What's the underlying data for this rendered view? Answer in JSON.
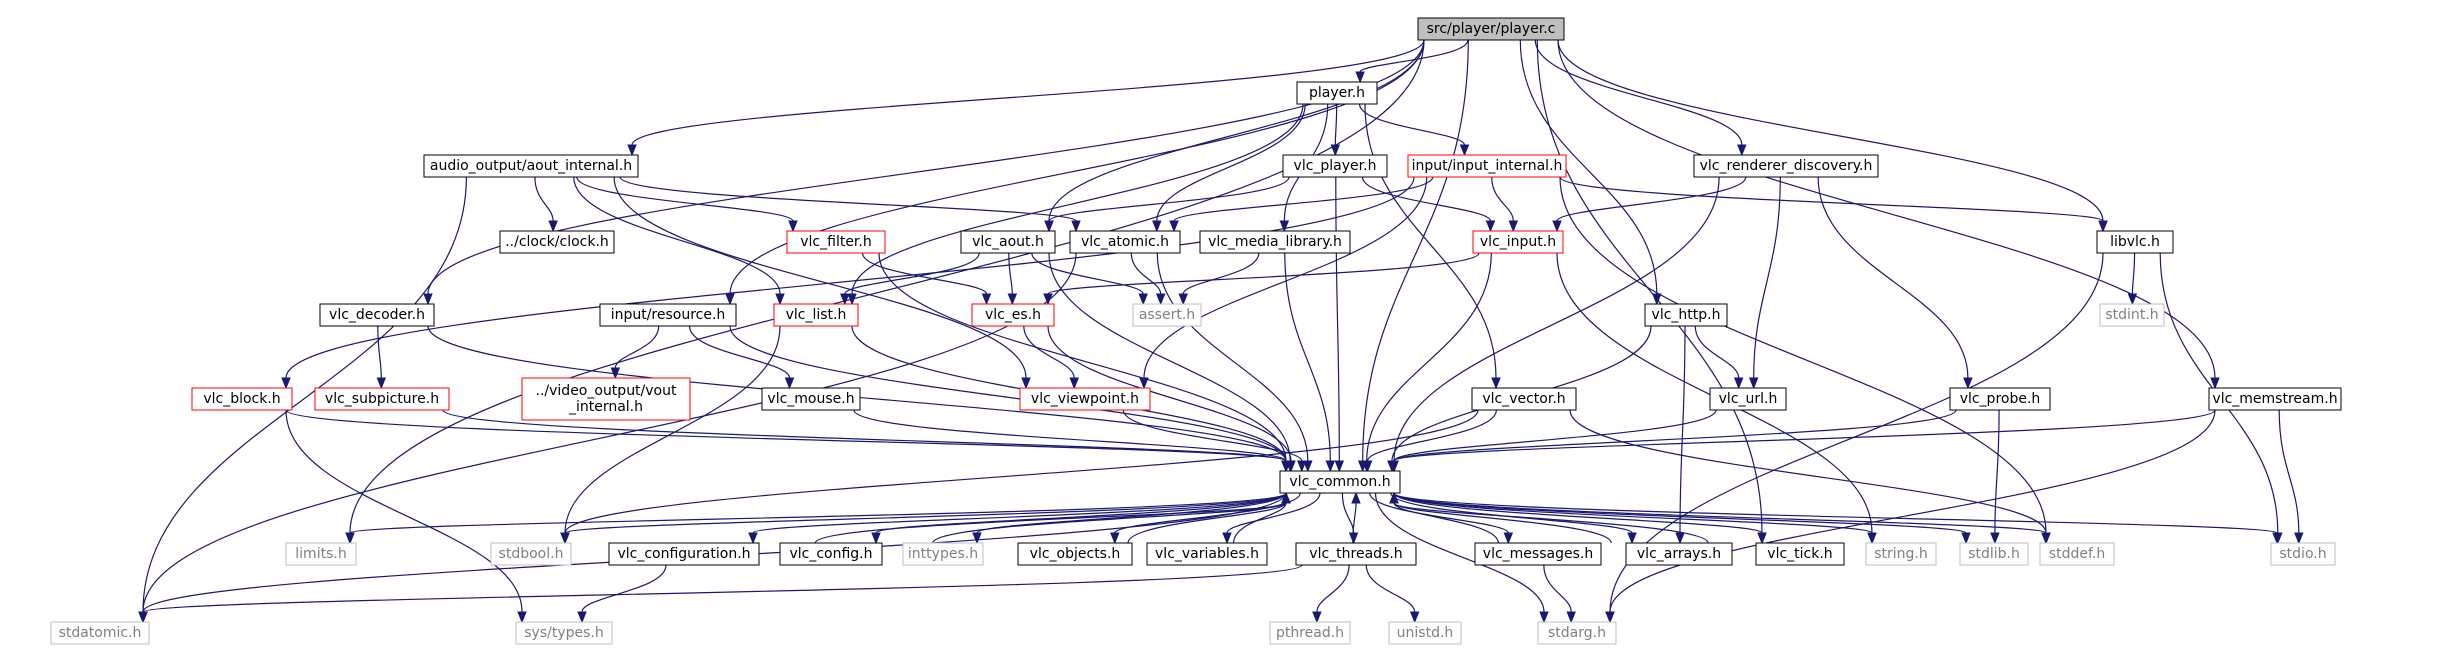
{
  "style": {
    "edge_color": "#191970",
    "node_border_default": "#000000",
    "node_border_incomplete": "#ff0000",
    "node_border_external": "#bfbfbf",
    "node_fill_default": "#ffffff",
    "node_fill_root": "#bfbfbf",
    "text_color_default": "#000000",
    "text_color_external": "#7f7f7f"
  },
  "nodes": [
    {
      "id": "root",
      "lines": [
        "src/player/player.c"
      ],
      "kind": "root"
    },
    {
      "id": "player_h",
      "lines": [
        "player.h"
      ],
      "kind": "normal"
    },
    {
      "id": "aout_internal",
      "lines": [
        "audio_output/aout_internal.h"
      ],
      "kind": "normal"
    },
    {
      "id": "vlc_player",
      "lines": [
        "vlc_player.h"
      ],
      "kind": "normal"
    },
    {
      "id": "input_internal",
      "lines": [
        "input/input_internal.h"
      ],
      "kind": "incomplete"
    },
    {
      "id": "vlc_renderer",
      "lines": [
        "vlc_renderer_discovery.h"
      ],
      "kind": "normal"
    },
    {
      "id": "clock",
      "lines": [
        "../clock/clock.h"
      ],
      "kind": "normal"
    },
    {
      "id": "vlc_filter",
      "lines": [
        "vlc_filter.h"
      ],
      "kind": "incomplete"
    },
    {
      "id": "vlc_aout",
      "lines": [
        "vlc_aout.h"
      ],
      "kind": "normal"
    },
    {
      "id": "vlc_atomic",
      "lines": [
        "vlc_atomic.h"
      ],
      "kind": "normal"
    },
    {
      "id": "vlc_media_library",
      "lines": [
        "vlc_media_library.h"
      ],
      "kind": "normal"
    },
    {
      "id": "vlc_input",
      "lines": [
        "vlc_input.h"
      ],
      "kind": "incomplete"
    },
    {
      "id": "libvlc",
      "lines": [
        "libvlc.h"
      ],
      "kind": "normal"
    },
    {
      "id": "vlc_decoder",
      "lines": [
        "vlc_decoder.h"
      ],
      "kind": "normal"
    },
    {
      "id": "input_resource",
      "lines": [
        "input/resource.h"
      ],
      "kind": "normal"
    },
    {
      "id": "vlc_list",
      "lines": [
        "vlc_list.h"
      ],
      "kind": "incomplete"
    },
    {
      "id": "vlc_es",
      "lines": [
        "vlc_es.h"
      ],
      "kind": "incomplete"
    },
    {
      "id": "assert",
      "lines": [
        "assert.h"
      ],
      "kind": "external"
    },
    {
      "id": "vlc_http",
      "lines": [
        "vlc_http.h"
      ],
      "kind": "normal"
    },
    {
      "id": "stdint",
      "lines": [
        "stdint.h"
      ],
      "kind": "external"
    },
    {
      "id": "vlc_block",
      "lines": [
        "vlc_block.h"
      ],
      "kind": "incomplete"
    },
    {
      "id": "vlc_subpicture",
      "lines": [
        "vlc_subpicture.h"
      ],
      "kind": "incomplete"
    },
    {
      "id": "vout_internal",
      "lines": [
        "../video_output/vout",
        "_internal.h"
      ],
      "kind": "incomplete"
    },
    {
      "id": "vlc_mouse",
      "lines": [
        "vlc_mouse.h"
      ],
      "kind": "normal"
    },
    {
      "id": "vlc_viewpoint",
      "lines": [
        "vlc_viewpoint.h"
      ],
      "kind": "incomplete"
    },
    {
      "id": "vlc_vector",
      "lines": [
        "vlc_vector.h"
      ],
      "kind": "normal"
    },
    {
      "id": "vlc_url",
      "lines": [
        "vlc_url.h"
      ],
      "kind": "normal"
    },
    {
      "id": "vlc_probe",
      "lines": [
        "vlc_probe.h"
      ],
      "kind": "normal"
    },
    {
      "id": "vlc_memstream",
      "lines": [
        "vlc_memstream.h"
      ],
      "kind": "normal"
    },
    {
      "id": "vlc_common",
      "lines": [
        "vlc_common.h"
      ],
      "kind": "normal"
    },
    {
      "id": "limits",
      "lines": [
        "limits.h"
      ],
      "kind": "external"
    },
    {
      "id": "stdbool",
      "lines": [
        "stdbool.h"
      ],
      "kind": "external"
    },
    {
      "id": "vlc_configuration",
      "lines": [
        "vlc_configuration.h"
      ],
      "kind": "normal"
    },
    {
      "id": "vlc_config",
      "lines": [
        "vlc_config.h"
      ],
      "kind": "normal"
    },
    {
      "id": "inttypes",
      "lines": [
        "inttypes.h"
      ],
      "kind": "external"
    },
    {
      "id": "vlc_objects",
      "lines": [
        "vlc_objects.h"
      ],
      "kind": "normal"
    },
    {
      "id": "vlc_variables",
      "lines": [
        "vlc_variables.h"
      ],
      "kind": "normal"
    },
    {
      "id": "vlc_threads",
      "lines": [
        "vlc_threads.h"
      ],
      "kind": "normal"
    },
    {
      "id": "vlc_messages",
      "lines": [
        "vlc_messages.h"
      ],
      "kind": "normal"
    },
    {
      "id": "vlc_arrays",
      "lines": [
        "vlc_arrays.h"
      ],
      "kind": "normal"
    },
    {
      "id": "vlc_tick",
      "lines": [
        "vlc_tick.h"
      ],
      "kind": "normal"
    },
    {
      "id": "string",
      "lines": [
        "string.h"
      ],
      "kind": "external"
    },
    {
      "id": "stdlib",
      "lines": [
        "stdlib.h"
      ],
      "kind": "external"
    },
    {
      "id": "stddef",
      "lines": [
        "stddef.h"
      ],
      "kind": "external"
    },
    {
      "id": "stdio",
      "lines": [
        "stdio.h"
      ],
      "kind": "external"
    },
    {
      "id": "stdatomic",
      "lines": [
        "stdatomic.h"
      ],
      "kind": "external"
    },
    {
      "id": "sys_types",
      "lines": [
        "sys/types.h"
      ],
      "kind": "external"
    },
    {
      "id": "pthread",
      "lines": [
        "pthread.h"
      ],
      "kind": "external"
    },
    {
      "id": "unistd",
      "lines": [
        "unistd.h"
      ],
      "kind": "external"
    },
    {
      "id": "stdarg",
      "lines": [
        "stdarg.h"
      ],
      "kind": "external"
    }
  ],
  "edges": [
    [
      "root",
      "player_h"
    ],
    [
      "root",
      "aout_internal"
    ],
    [
      "root",
      "vlc_renderer"
    ],
    [
      "root",
      "vlc_aout"
    ],
    [
      "root",
      "libvlc"
    ],
    [
      "root",
      "vlc_decoder"
    ],
    [
      "root",
      "input_resource"
    ],
    [
      "root",
      "vlc_http"
    ],
    [
      "root",
      "vlc_memstream"
    ],
    [
      "root",
      "vlc_common"
    ],
    [
      "root",
      "limits"
    ],
    [
      "root",
      "vlc_tick"
    ],
    [
      "player_h",
      "vlc_player"
    ],
    [
      "player_h",
      "input_internal"
    ],
    [
      "player_h",
      "vlc_atomic"
    ],
    [
      "player_h",
      "vlc_media_library"
    ],
    [
      "player_h",
      "vlc_list"
    ],
    [
      "player_h",
      "vlc_vector"
    ],
    [
      "aout_internal",
      "clock"
    ],
    [
      "aout_internal",
      "vlc_filter"
    ],
    [
      "aout_internal",
      "vlc_atomic"
    ],
    [
      "aout_internal",
      "vlc_viewpoint"
    ],
    [
      "aout_internal",
      "vlc_list"
    ],
    [
      "aout_internal",
      "stdatomic"
    ],
    [
      "vlc_player",
      "vlc_aout"
    ],
    [
      "vlc_player",
      "vlc_input"
    ],
    [
      "vlc_player",
      "vlc_common"
    ],
    [
      "input_internal",
      "vlc_atomic"
    ],
    [
      "input_internal",
      "vlc_input"
    ],
    [
      "input_internal",
      "libvlc"
    ],
    [
      "input_internal",
      "vlc_viewpoint"
    ],
    [
      "input_internal",
      "stddef"
    ],
    [
      "input_internal",
      "vlc_block"
    ],
    [
      "vlc_renderer",
      "vlc_input"
    ],
    [
      "vlc_renderer",
      "vlc_url"
    ],
    [
      "vlc_renderer",
      "vlc_probe"
    ],
    [
      "vlc_renderer",
      "vlc_common"
    ],
    [
      "vlc_filter",
      "vlc_es"
    ],
    [
      "vlc_filter",
      "vlc_common"
    ],
    [
      "vlc_aout",
      "vlc_list"
    ],
    [
      "vlc_aout",
      "vlc_es"
    ],
    [
      "vlc_aout",
      "assert"
    ],
    [
      "vlc_aout",
      "vlc_common"
    ],
    [
      "vlc_atomic",
      "assert"
    ],
    [
      "vlc_atomic",
      "vlc_common"
    ],
    [
      "vlc_atomic",
      "stdatomic"
    ],
    [
      "vlc_media_library",
      "assert"
    ],
    [
      "vlc_media_library",
      "vlc_common"
    ],
    [
      "vlc_input",
      "vlc_es"
    ],
    [
      "vlc_input",
      "vlc_common"
    ],
    [
      "vlc_input",
      "string"
    ],
    [
      "libvlc",
      "stdint"
    ],
    [
      "libvlc",
      "stdio"
    ],
    [
      "libvlc",
      "stdarg"
    ],
    [
      "vlc_decoder",
      "vlc_subpicture"
    ],
    [
      "vlc_decoder",
      "vlc_common"
    ],
    [
      "input_resource",
      "vout_internal"
    ],
    [
      "input_resource",
      "vlc_mouse"
    ],
    [
      "input_resource",
      "vlc_common"
    ],
    [
      "vlc_list",
      "vlc_common"
    ],
    [
      "vlc_list",
      "stdbool"
    ],
    [
      "vlc_es",
      "vlc_viewpoint"
    ],
    [
      "vlc_es",
      "vlc_common"
    ],
    [
      "vlc_http",
      "vlc_url"
    ],
    [
      "vlc_http",
      "vlc_common"
    ],
    [
      "vlc_http",
      "vlc_arrays"
    ],
    [
      "vlc_block",
      "vlc_common"
    ],
    [
      "vlc_block",
      "sys_types"
    ],
    [
      "vlc_subpicture",
      "vlc_common"
    ],
    [
      "vlc_mouse",
      "vlc_common"
    ],
    [
      "vlc_viewpoint",
      "vlc_common"
    ],
    [
      "vlc_vector",
      "vlc_common"
    ],
    [
      "vlc_vector",
      "stdbool"
    ],
    [
      "vlc_vector",
      "stddef"
    ],
    [
      "vlc_url",
      "vlc_common"
    ],
    [
      "vlc_probe",
      "vlc_common"
    ],
    [
      "vlc_probe",
      "stdlib"
    ],
    [
      "vlc_memstream",
      "vlc_common"
    ],
    [
      "vlc_memstream",
      "stdio"
    ],
    [
      "vlc_memstream",
      "stdarg"
    ],
    [
      "vlc_common",
      "limits"
    ],
    [
      "vlc_common",
      "stdbool"
    ],
    [
      "vlc_common",
      "vlc_configuration"
    ],
    [
      "vlc_common",
      "vlc_config"
    ],
    [
      "vlc_common",
      "inttypes"
    ],
    [
      "vlc_common",
      "vlc_objects"
    ],
    [
      "vlc_common",
      "vlc_variables"
    ],
    [
      "vlc_common",
      "vlc_threads"
    ],
    [
      "vlc_common",
      "vlc_messages"
    ],
    [
      "vlc_common",
      "vlc_arrays"
    ],
    [
      "vlc_common",
      "vlc_tick"
    ],
    [
      "vlc_common",
      "string"
    ],
    [
      "vlc_common",
      "stdlib"
    ],
    [
      "vlc_common",
      "stddef"
    ],
    [
      "vlc_common",
      "stdio"
    ],
    [
      "vlc_common",
      "stdarg"
    ],
    [
      "vlc_common",
      "stdatomic"
    ],
    [
      "vlc_configuration",
      "vlc_common"
    ],
    [
      "vlc_configuration",
      "sys_types"
    ],
    [
      "vlc_config",
      "vlc_common"
    ],
    [
      "vlc_objects",
      "vlc_common"
    ],
    [
      "vlc_variables",
      "vlc_common"
    ],
    [
      "vlc_threads",
      "vlc_common"
    ],
    [
      "vlc_threads",
      "pthread"
    ],
    [
      "vlc_threads",
      "unistd"
    ],
    [
      "vlc_threads",
      "stdatomic"
    ],
    [
      "vlc_messages",
      "vlc_common"
    ],
    [
      "vlc_messages",
      "stdarg"
    ],
    [
      "vlc_arrays",
      "vlc_common"
    ],
    [
      "vlc_tick",
      "vlc_common"
    ]
  ]
}
